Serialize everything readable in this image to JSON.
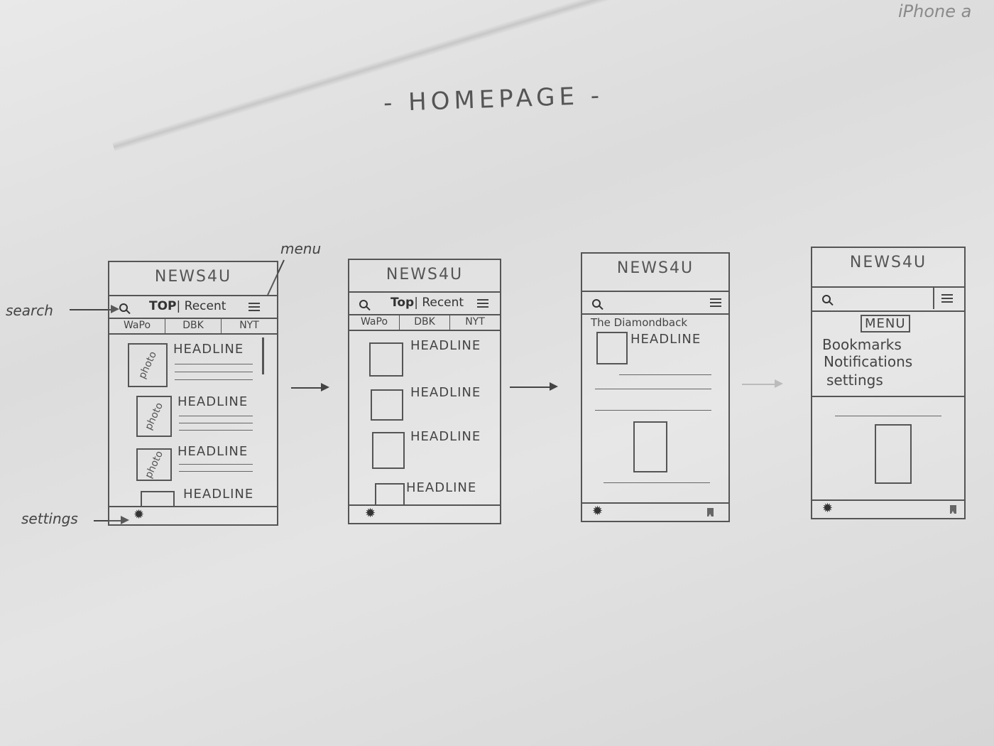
{
  "corner_note": "iPhone a",
  "page_title": "- HOMEPAGE -",
  "annotations": {
    "menu": "menu",
    "search": "search",
    "settings": "settings"
  },
  "screens": [
    {
      "brand": "NEWS4U",
      "tabs": {
        "top": "TOP",
        "recent": "| Recent"
      },
      "sources": [
        "WaPo",
        "DBK",
        "NYT"
      ],
      "thumb_label": "photo",
      "headlines": [
        "HEADLINE",
        "HEADLINE",
        "HEADLINE",
        "HEADLINE"
      ]
    },
    {
      "brand": "NEWS4U",
      "tabs": {
        "top": "Top",
        "recent": "| Recent"
      },
      "sources": [
        "WaPo",
        "DBK",
        "NYT"
      ],
      "headlines": [
        "HEADLINE",
        "HEADLINE",
        "HEADLINE",
        "HEADLINE"
      ]
    },
    {
      "brand": "NEWS4U",
      "source_name": "The Diamondback",
      "headline": "HEADLINE"
    },
    {
      "brand": "NEWS4U",
      "menu_title": "MENU",
      "menu_items": [
        "Bookmarks",
        "Notifications",
        "settings"
      ]
    }
  ],
  "icons": [
    "search-icon",
    "menu-icon",
    "gear-icon",
    "bookmark-icon"
  ]
}
